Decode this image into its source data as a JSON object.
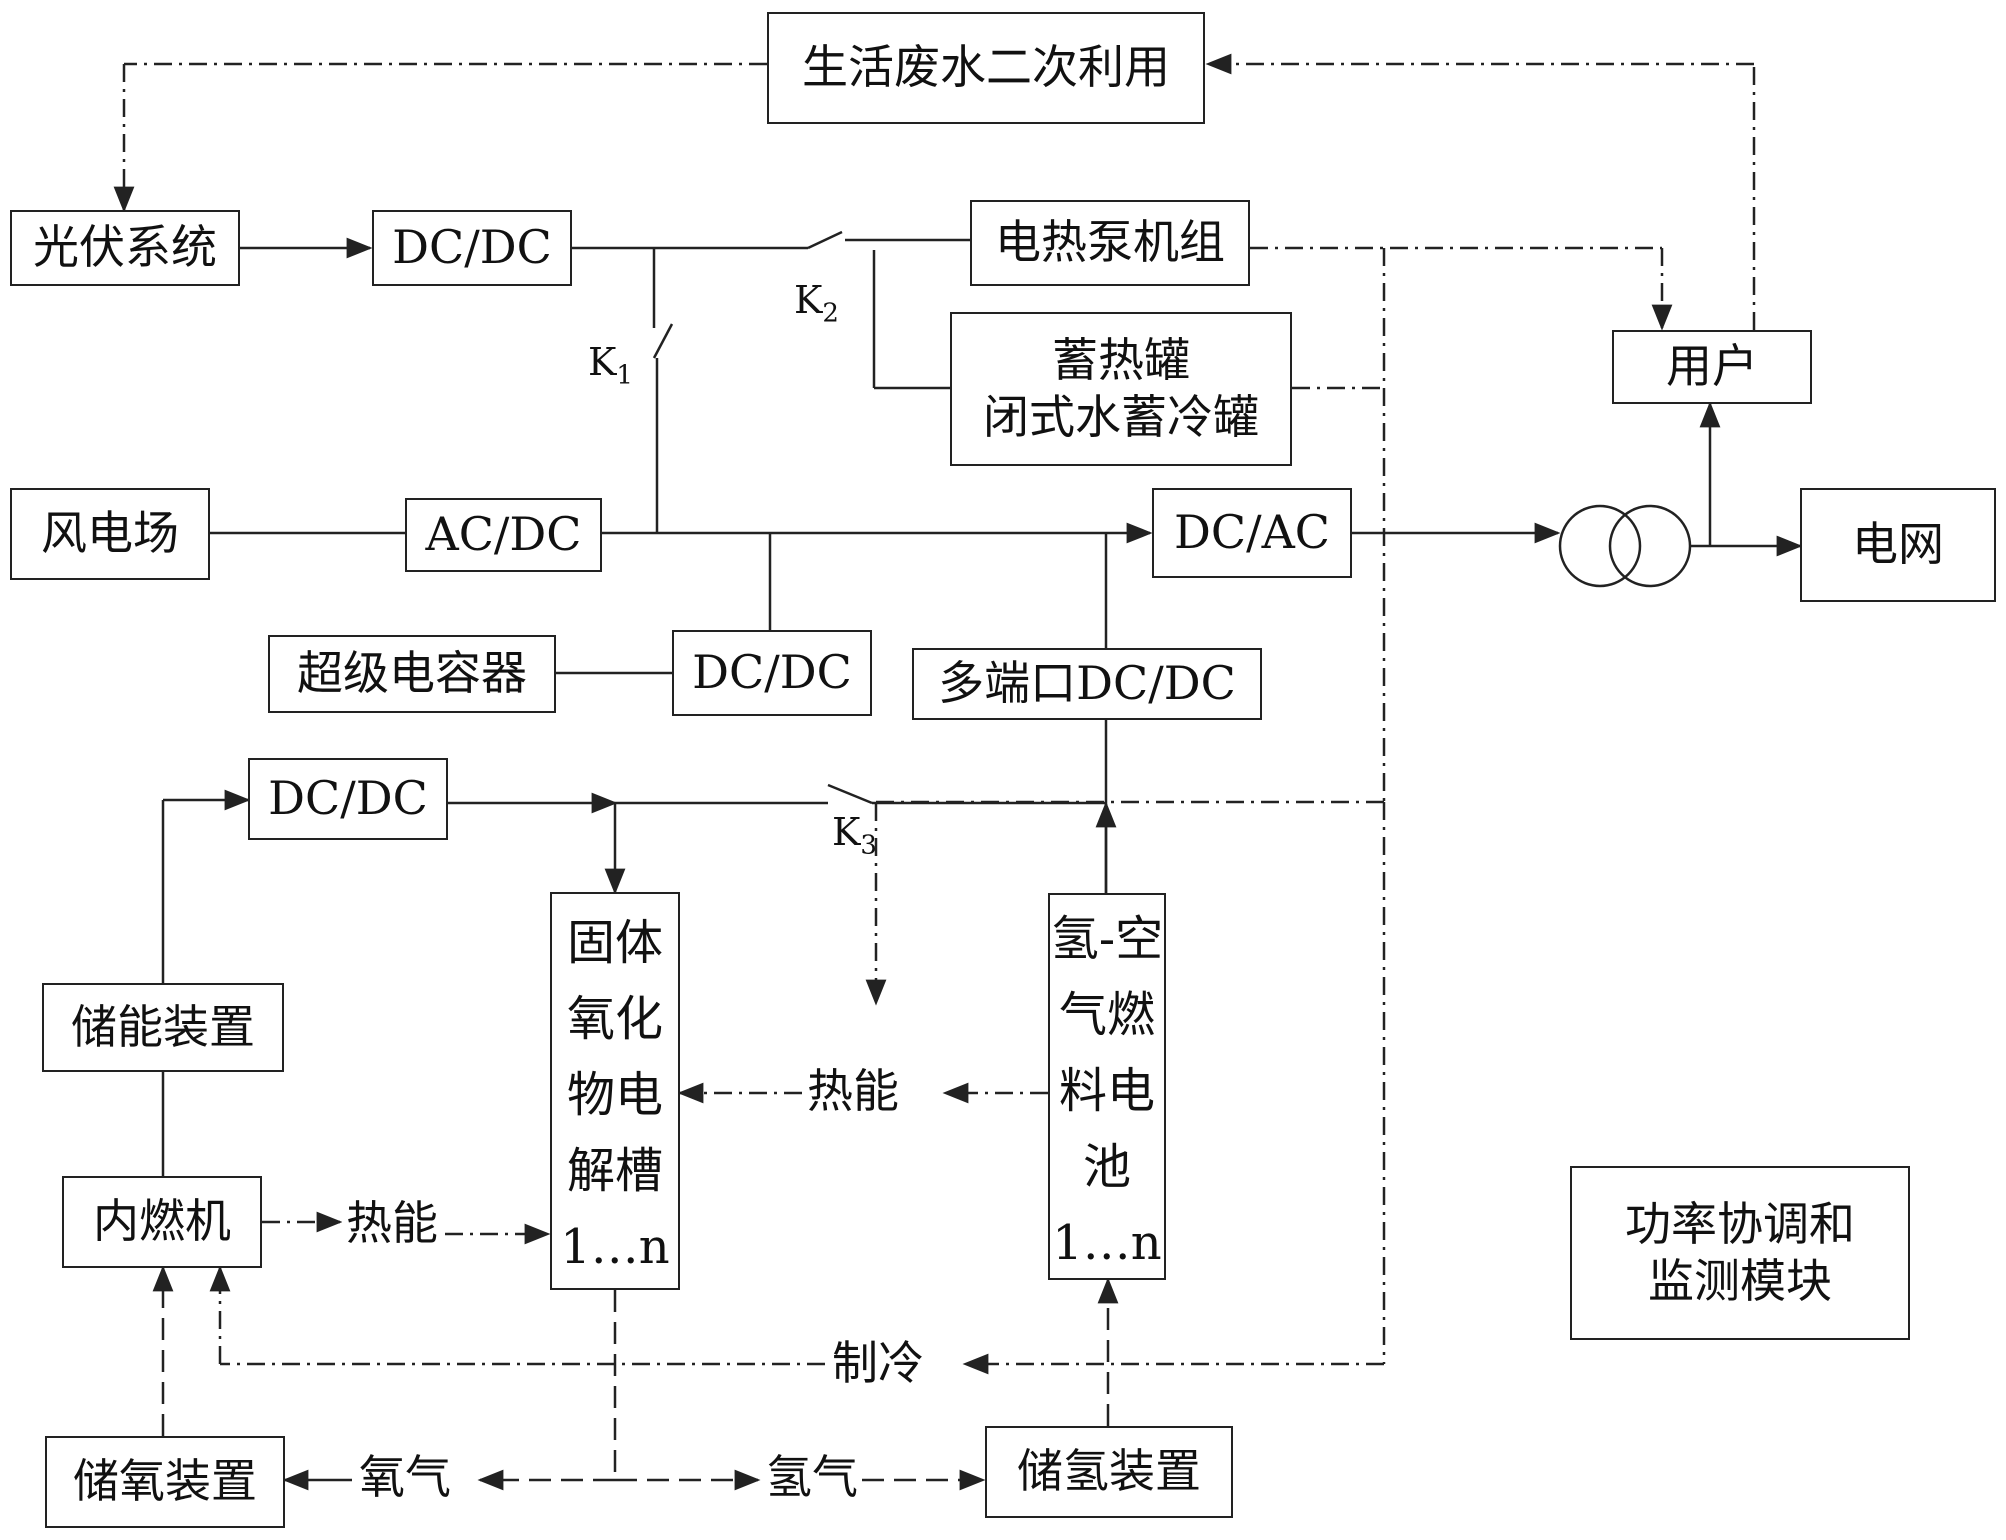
{
  "boxes": {
    "wastewater": "生活废水二次利用",
    "pv": "光伏系统",
    "dcdc_pv": "DC/DC",
    "heat_pump": "电热泵机组",
    "storage_line1": "蓄热罐",
    "storage_line2": "闭式水蓄冷罐",
    "user": "用户",
    "wind": "风电场",
    "acdc": "AC/DC",
    "dcac": "DC/AC",
    "grid": "电网",
    "supercap": "超级电容器",
    "dcdc_cap": "DC/DC",
    "multiport": "多端口DC/DC",
    "dcdc_store": "DC/DC",
    "energy_storage": "储能装置",
    "engine": "内燃机",
    "oxygen_storage": "储氧装置",
    "hydrogen_storage": "储氢装置",
    "monitor_line1": "功率协调和",
    "monitor_line2": "监测模块"
  },
  "soec": [
    "固体",
    "氧化",
    "物电",
    "解槽",
    "1…n"
  ],
  "fuelcell": [
    "氢-空",
    "气燃",
    "料电",
    "池",
    "1…n"
  ],
  "labels": {
    "heat1": "热能",
    "heat2": "热能",
    "cooling": "制冷",
    "oxygen": "氧气",
    "hydrogen": "氢气"
  },
  "switches": {
    "k1_main": "K",
    "k1_sub": "1",
    "k2_main": "K",
    "k2_sub": "2",
    "k3_main": "K",
    "k3_sub": "3"
  }
}
